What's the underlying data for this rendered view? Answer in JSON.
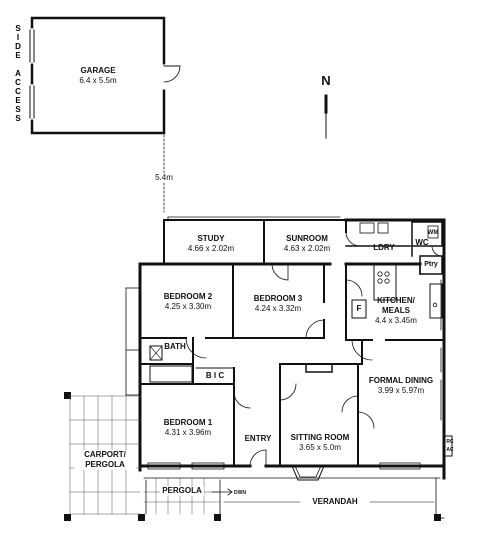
{
  "garage": {
    "name": "GARAGE",
    "dim": "6.4 x 5.5m"
  },
  "side_access": "SIDE ACCESS",
  "north": "N",
  "setback": "5.4m",
  "rooms": {
    "study": {
      "name": "STUDY",
      "dim": "4.66 x 2.02m"
    },
    "sunroom": {
      "name": "SUNROOM",
      "dim": "4.63 x 2.02m"
    },
    "ldry": {
      "name": "LDRY"
    },
    "wc": {
      "name": "WC"
    },
    "wm": {
      "name": "WM"
    },
    "ptry": {
      "name": "Ptry"
    },
    "kitchen": {
      "name_line1": "KITCHEN/",
      "name_line2": "MEALS",
      "dim": "4.4 x 3.45m"
    },
    "fridge": {
      "name": "F"
    },
    "bedroom2": {
      "name": "BEDROOM 2",
      "dim": "4.25 x 3.30m"
    },
    "bedroom3": {
      "name": "BEDROOM 3",
      "dim": "4.24 x 3.32m"
    },
    "bath": {
      "name": "BATH"
    },
    "bic": {
      "name": "B I C"
    },
    "bedroom1": {
      "name": "BEDROOM 1",
      "dim": "4.31 x 3.96m"
    },
    "entry": {
      "name": "ENTRY"
    },
    "sitting": {
      "name": "SITTING ROOM",
      "dim": "3.65 x 5.0m"
    },
    "formal_dining": {
      "name": "FORMAL DINING",
      "dim": "3.99 x 5.97m"
    },
    "carport": {
      "name_line1": "CARPORT/",
      "name_line2": "PERGOLA"
    },
    "pergola": {
      "name": "PERGOLA"
    },
    "verandah": {
      "name": "VERANDAH"
    },
    "dwn": {
      "name": "DWN"
    },
    "rc": {
      "name": "RC"
    },
    "ac": {
      "name": "AC"
    }
  }
}
